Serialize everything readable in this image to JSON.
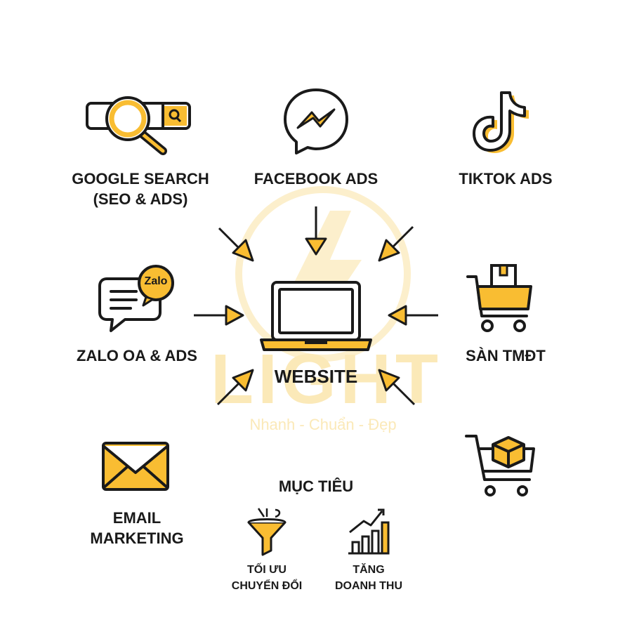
{
  "brand": {
    "accent": "#F9BD32",
    "stroke": "#1A1A1A",
    "watermark": {
      "word": "LIGHT",
      "tagline": "Nhanh - Chuẩn - Đẹp"
    }
  },
  "center": {
    "label": "WEBSITE",
    "icon": "laptop-icon"
  },
  "channels": [
    {
      "id": "google",
      "label": "GOOGLE SEARCH\n(SEO & ADS)",
      "icon": "search-bar-icon"
    },
    {
      "id": "facebook",
      "label": "FACEBOOK ADS",
      "icon": "messenger-icon"
    },
    {
      "id": "tiktok",
      "label": "TIKTOK ADS",
      "icon": "tiktok-icon"
    },
    {
      "id": "zalo",
      "label": "ZALO OA & ADS",
      "icon": "zalo-chat-icon",
      "badge": "Zalo"
    },
    {
      "id": "ecommerce",
      "label": "SÀN TMĐT",
      "icon": "shopping-cart-icon"
    },
    {
      "id": "email",
      "label": "EMAIL\nMARKETING",
      "icon": "envelope-icon"
    },
    {
      "id": "cart2",
      "label": "",
      "icon": "cart-box-icon"
    }
  ],
  "goals": {
    "title": "MỤC TIÊU",
    "items": [
      {
        "label": "TỐI ƯU\nCHUYỂN ĐỔI",
        "icon": "funnel-icon"
      },
      {
        "label": "TĂNG\nDOANH THU",
        "icon": "growth-chart-icon"
      }
    ]
  }
}
